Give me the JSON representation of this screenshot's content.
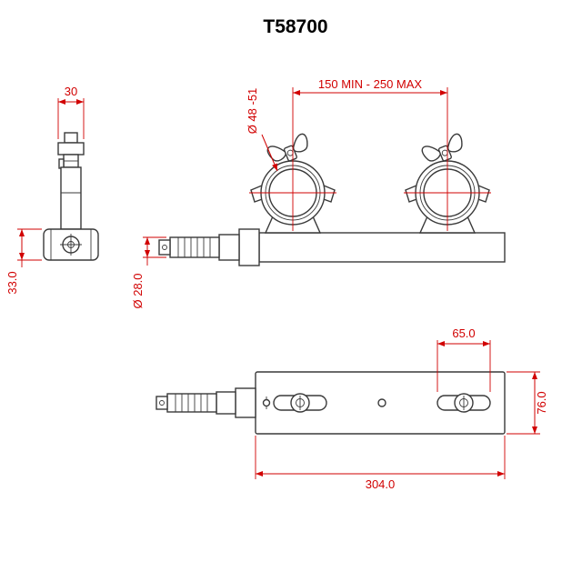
{
  "title": "T58700",
  "colors": {
    "dimension_red": "#d10000",
    "line_dark": "#3a3a3a"
  },
  "dimensions": {
    "front_width": "30",
    "front_height": "33.0",
    "clamp_span": "150 MIN - 250 MAX",
    "clamp_diameter": "Ø 48 -51",
    "spigot_diameter": "Ø 28.0",
    "slot_length": "65.0",
    "plate_width": "76.0",
    "plate_length": "304.0"
  }
}
